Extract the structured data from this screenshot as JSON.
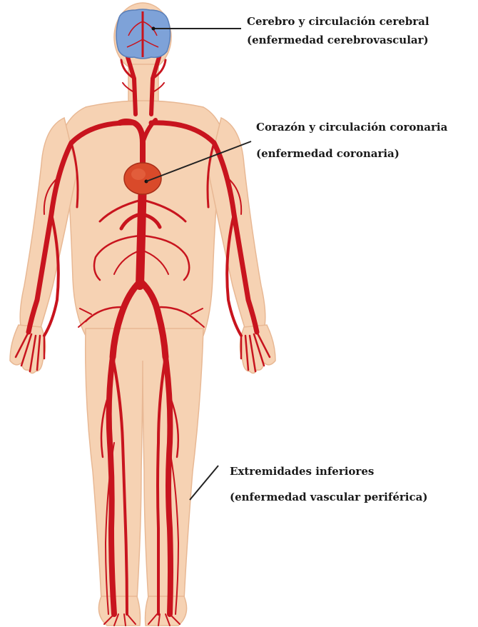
{
  "colors": {
    "skin": "#f6d2b3",
    "skin_outline": "#e8b894",
    "artery": "#c8141e",
    "brain": "#7ea2d8",
    "heart": "#d94a2a",
    "leader_line": "#222222"
  },
  "labels": {
    "brain": {
      "title": "Cerebro y circulación cerebral",
      "subtitle": "(enfermedad cerebrovascular)"
    },
    "heart": {
      "title": "Corazón y circulación coronaria",
      "subtitle": "(enfermedad coronaria)"
    },
    "legs": {
      "title": "Extremidades inferiores",
      "subtitle": "(enfermedad vascular periférica)"
    }
  }
}
